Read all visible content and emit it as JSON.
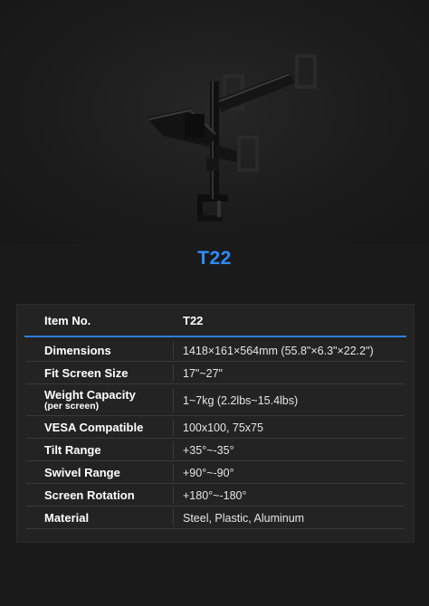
{
  "product": {
    "model": "T22"
  },
  "spec_table": {
    "header": {
      "label": "Item No.",
      "value": "T22"
    },
    "rows": [
      {
        "label": "Dimensions",
        "sub": "",
        "value": "1418×161×564mm (55.8\"×6.3\"×22.2\")"
      },
      {
        "label": "Fit Screen Size",
        "sub": "",
        "value": "17\"~27\""
      },
      {
        "label": "Weight Capacity",
        "sub": "(per screen)",
        "value": "1~7kg (2.2lbs~15.4lbs)"
      },
      {
        "label": "VESA Compatible",
        "sub": "",
        "value": "100x100, 75x75"
      },
      {
        "label": "Tilt Range",
        "sub": "",
        "value": "+35°~-35°"
      },
      {
        "label": "Swivel Range",
        "sub": "",
        "value": "+90°~-90°"
      },
      {
        "label": "Screen Rotation",
        "sub": "",
        "value": "+180°~-180°"
      },
      {
        "label": "Material",
        "sub": "",
        "value": "Steel, Plastic, Aluminum"
      }
    ]
  },
  "colors": {
    "accent": "#2f8bff",
    "divider": "#2f7de1",
    "background": "#1a1a1a",
    "card": "#232323"
  }
}
